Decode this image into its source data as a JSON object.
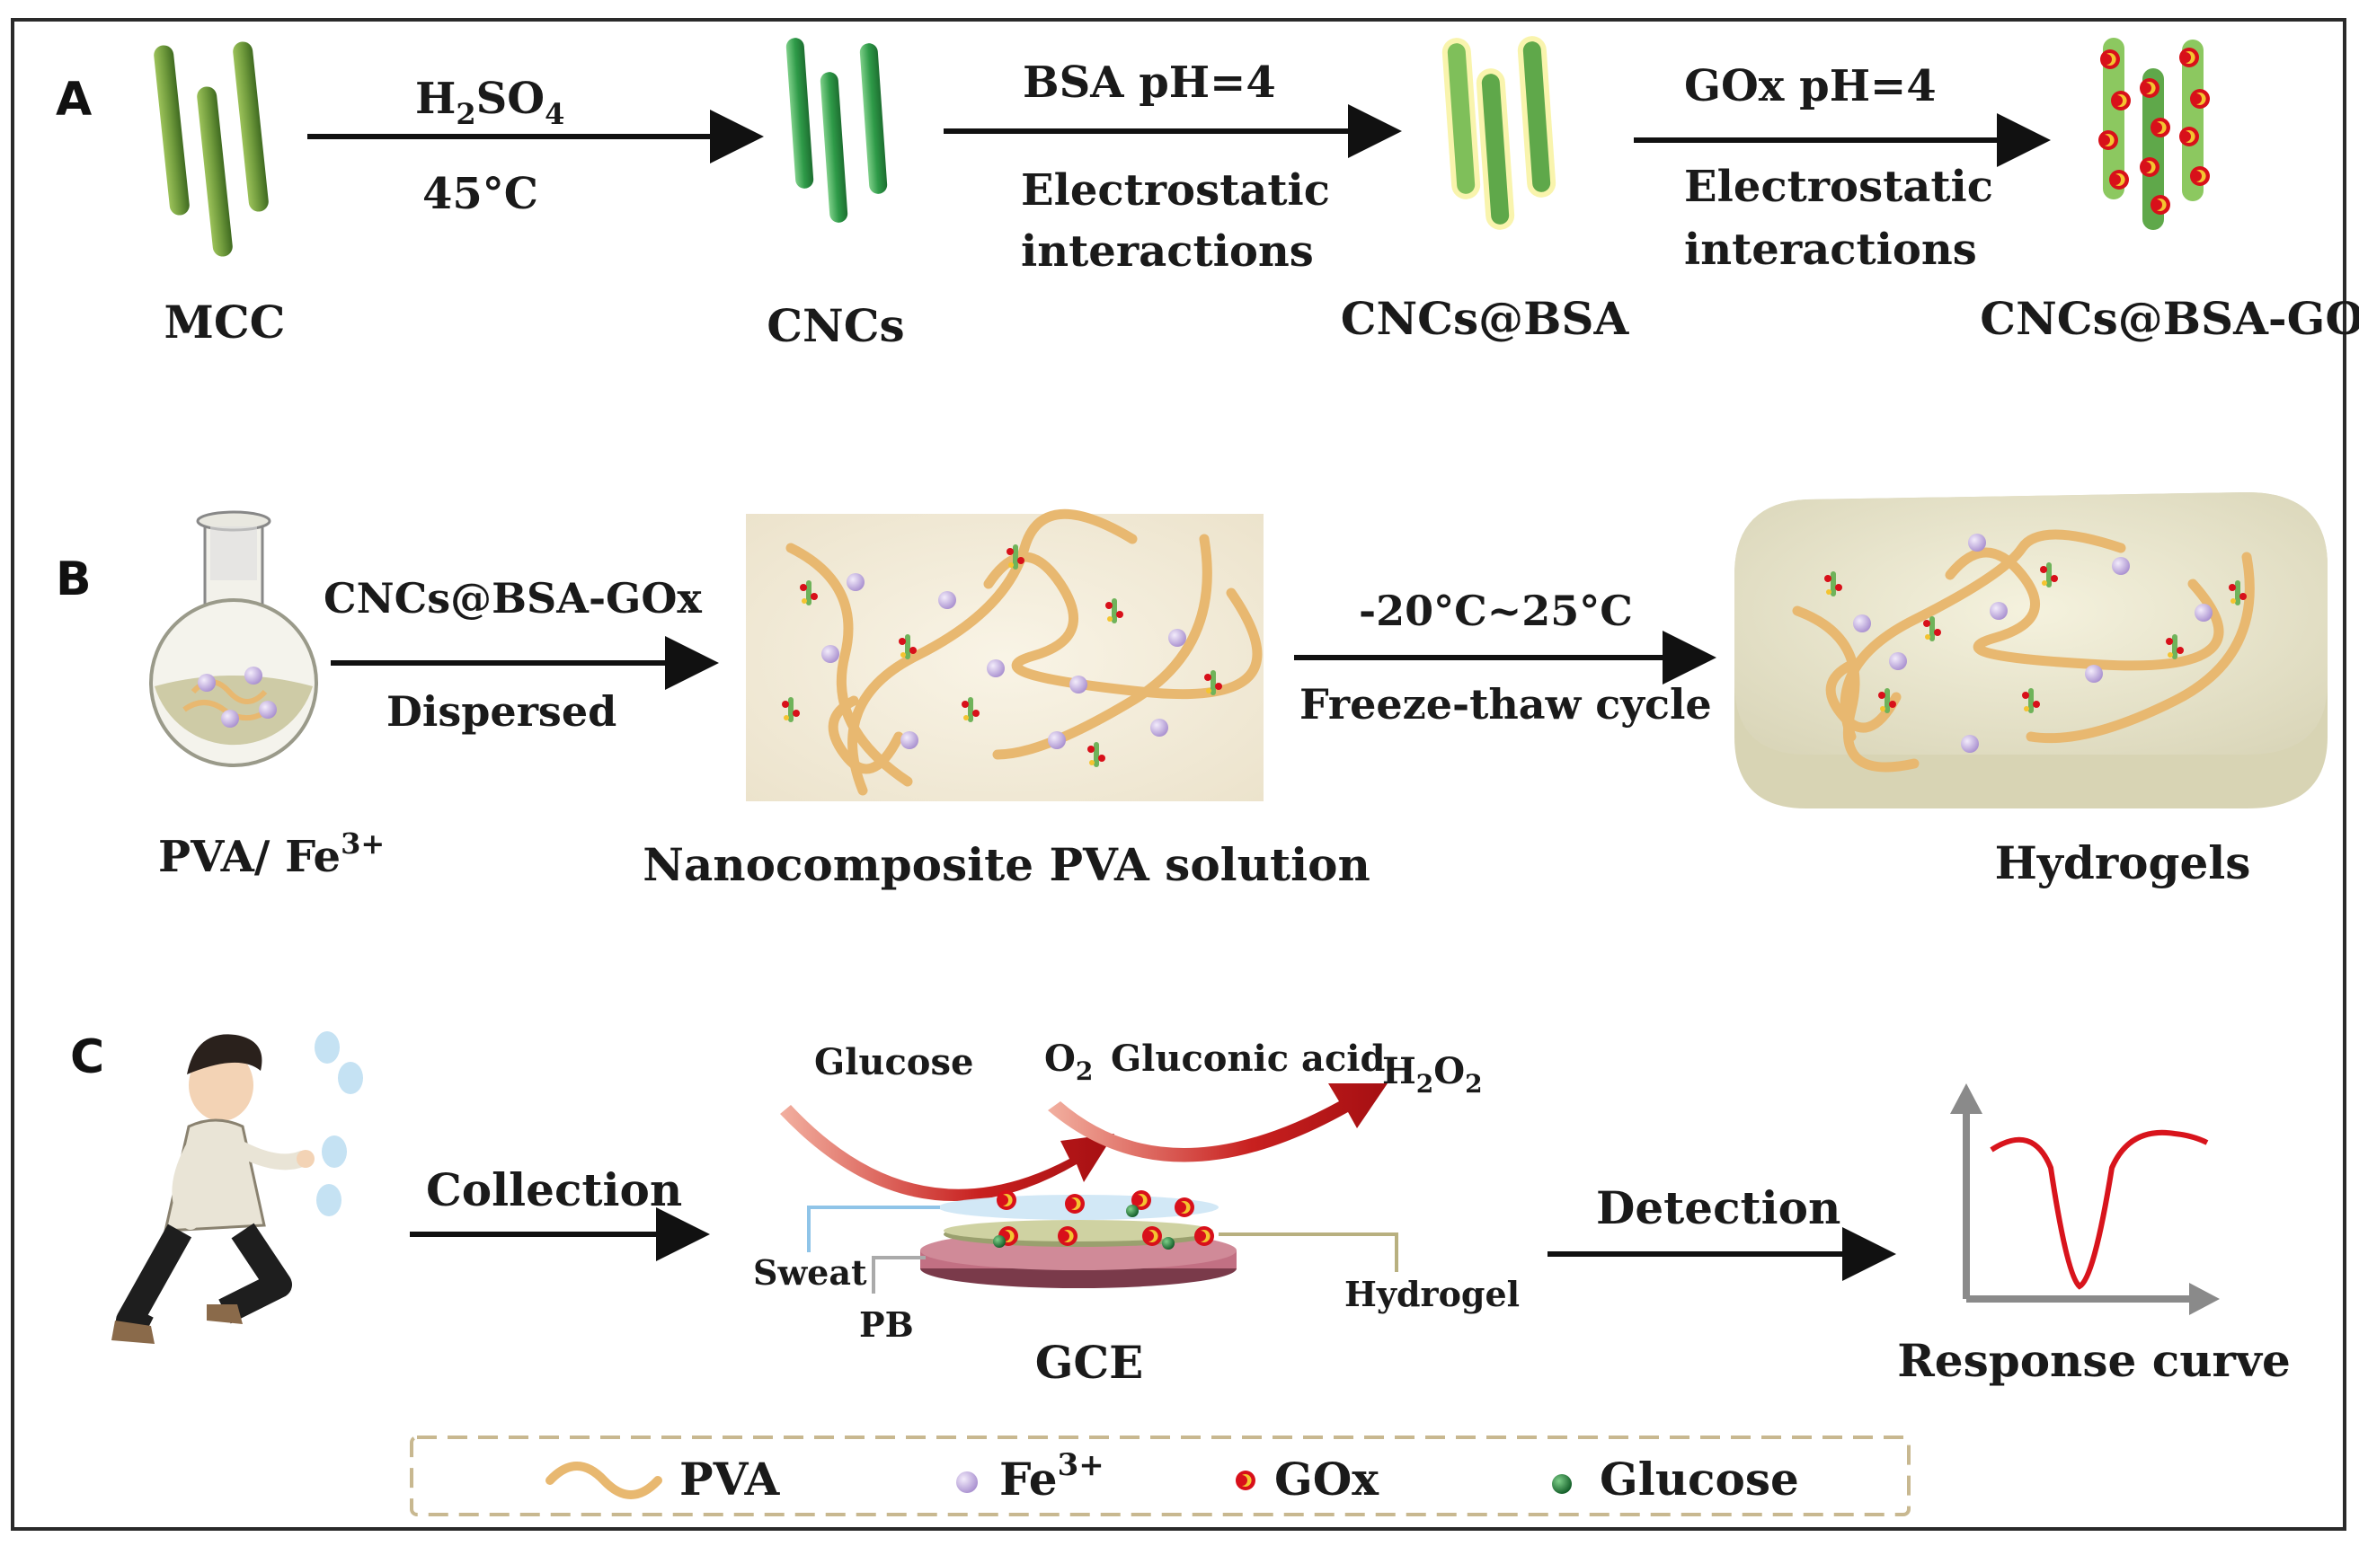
{
  "panels": {
    "a": "A",
    "b": "B",
    "c": "C"
  },
  "row_a": {
    "mcc": "MCC",
    "step1_top_main": "H",
    "step1_top_sub1": "2",
    "step1_top_mid": "SO",
    "step1_top_sub2": "4",
    "step1_bottom": "45°C",
    "cncs": "CNCs",
    "step2_top": "BSA pH=4",
    "step2_bottom_1": "Electrostatic",
    "step2_bottom_2": "interactions",
    "cncs_bsa": "CNCs@BSA",
    "step3_top": "GOx  pH=4",
    "step3_bottom_1": "Electrostatic",
    "step3_bottom_2": "interactions",
    "cncs_bsa_gox": "CNCs@BSA-GOx"
  },
  "row_b": {
    "flask_label_main": "PVA/ Fe",
    "flask_label_sup": "3+",
    "step1_top": "CNCs@BSA-GOx",
    "step1_bottom": "Dispersed",
    "solution": "Nanocomposite PVA solution",
    "step2_top": "-20°C~25°C",
    "step2_bottom": "Freeze-thaw cycle",
    "hydrogels": "Hydrogels"
  },
  "row_c": {
    "collection": "Collection",
    "glucose": "Glucose",
    "o2_main": "O",
    "o2_sub": "2",
    "gluconic": "Gluconic acid",
    "h2o2_a": "H",
    "h2o2_b": "2",
    "h2o2_c": "O",
    "h2o2_d": "2",
    "sweat": "Sweat",
    "pb": "PB",
    "gce": "GCE",
    "hydrogel": "Hydrogel",
    "detection": "Detection",
    "response": "Response curve"
  },
  "legend": {
    "pva": "PVA",
    "fe_main": "Fe",
    "fe_sup": "3+",
    "gox": "GOx",
    "glucose": "Glucose"
  },
  "colors": {
    "rod_dark": "#4f7a2c",
    "rod_light": "#9cc25a",
    "cnc_green": "#2e9a48",
    "pva_tan": "#e8b870",
    "fe_purple": "#c9b4e6",
    "gox_red": "#d8101a",
    "gox_yellow": "#f4c430",
    "glucose_green": "#1f7a3a",
    "curve_red": "#d8141c",
    "arrow_red": "#b8161b"
  }
}
